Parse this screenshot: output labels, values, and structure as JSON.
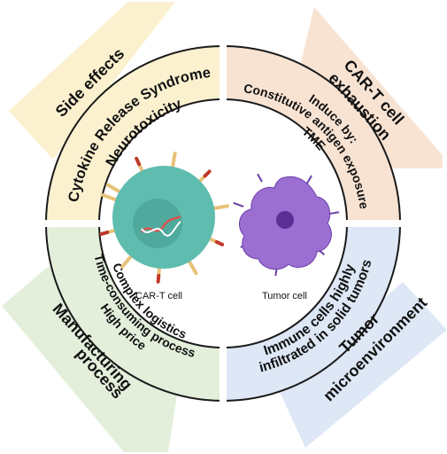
{
  "quadrants": {
    "top_left": {
      "title": "Side effects",
      "items": [
        "Cytokine Release Syndrome",
        "Neurotoxicity"
      ],
      "color": "#fbf1cf"
    },
    "top_right": {
      "title_line1": "CAR-T cell",
      "title_line2": "exhaustion",
      "items": [
        "Induce by:",
        "Constitutive antigen exposure",
        "TME"
      ],
      "color": "#f8e3d3"
    },
    "bottom_left": {
      "title_line1": "Manufacturing",
      "title_line2": "process",
      "items": [
        "Complex logistics",
        "Time-consuming process",
        "High price"
      ],
      "color": "#e3efdb"
    },
    "bottom_right": {
      "title_line1": "Tumor",
      "title_line2": "microenvironment",
      "items": [
        "Immune cells highly",
        "infiltrated in solid tumors"
      ],
      "color": "#dde7f5"
    }
  },
  "center": {
    "car_t_label": "CAR-T cell",
    "tumor_label": "Tumor cell",
    "car_t_color": "#5fbdb0",
    "tumor_color": "#9b6fd1"
  }
}
